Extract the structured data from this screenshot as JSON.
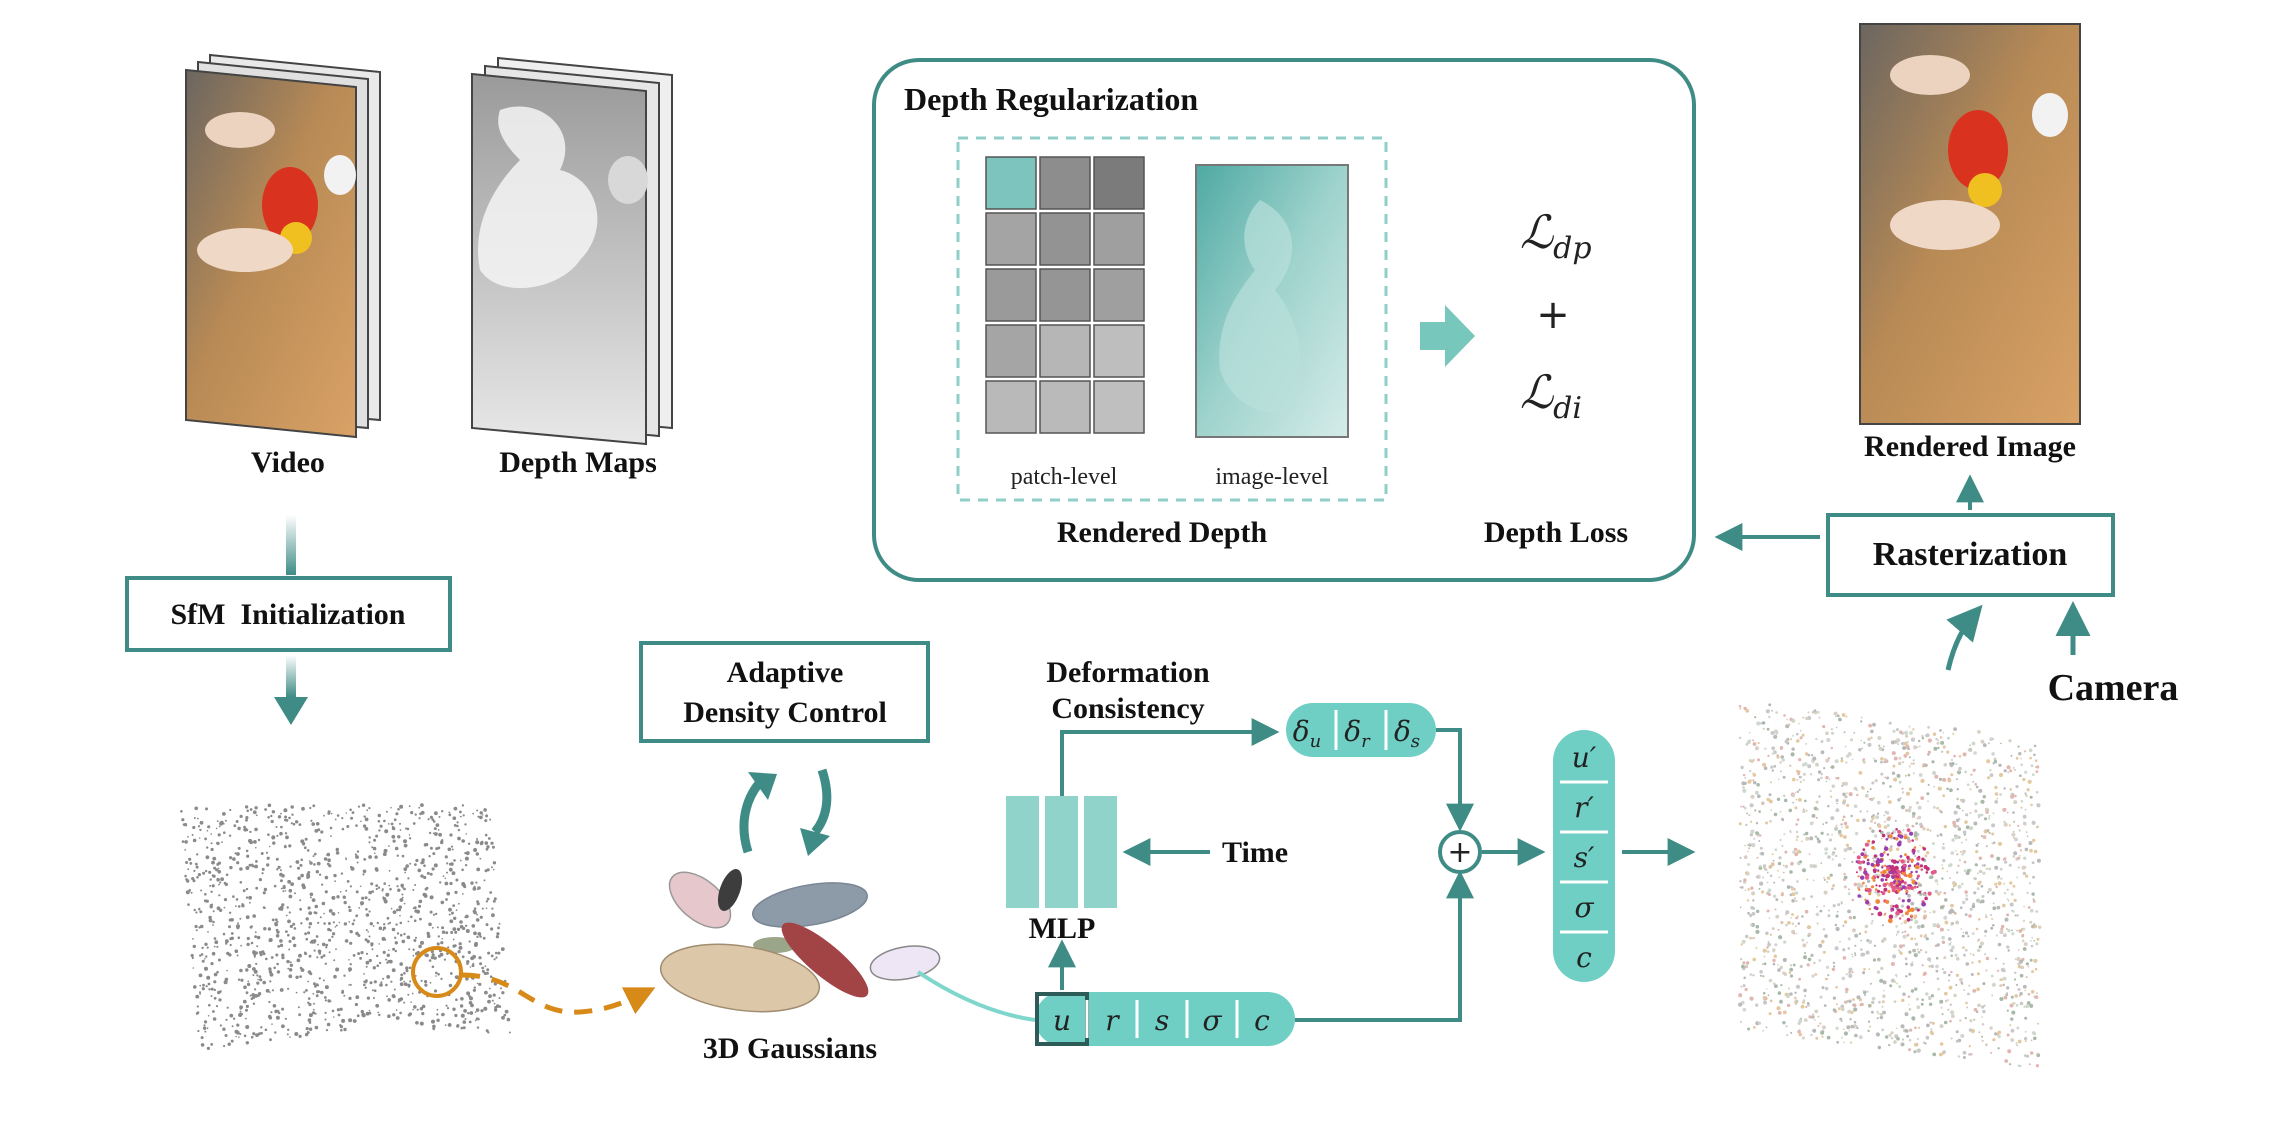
{
  "labels": {
    "video": "Video",
    "depth_maps": "Depth Maps",
    "sfm": "SfM  Initialization",
    "depth_regularization": "Depth Regularization",
    "patch_level": "patch-level",
    "image_level": "image-level",
    "rendered_depth": "Rendered Depth",
    "depth_loss": "Depth Loss",
    "rendered_image": "Rendered Image",
    "rasterization": "Rasterization",
    "camera": "Camera",
    "adaptive_line1": "Adaptive",
    "adaptive_line2": "Density Control",
    "deformation_line1": "Deformation",
    "deformation_line2": "Consistency",
    "time": "Time",
    "mlp": "MLP",
    "gaussians": "3D Gaussians",
    "plus": "+"
  },
  "loss": {
    "dp_main": "ℒ",
    "dp_sub": "dp",
    "di_main": "ℒ",
    "di_sub": "di",
    "plus": "+"
  },
  "deltas": [
    {
      "main": "δ",
      "sub": "u"
    },
    {
      "main": "δ",
      "sub": "r"
    },
    {
      "main": "δ",
      "sub": "s"
    }
  ],
  "params": [
    "u",
    "r",
    "s",
    "σ",
    "c"
  ],
  "outputs": [
    "u′",
    "r′",
    "s′",
    "σ",
    "c"
  ],
  "colors": {
    "teal": "#3f8c86",
    "teal_fill": "#6fcfc4",
    "mlp_fill": "#8fd3cb",
    "orange": "#d88a18"
  }
}
